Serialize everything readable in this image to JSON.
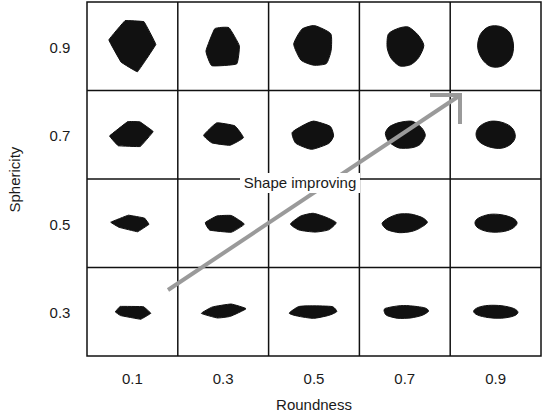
{
  "diagram": {
    "labels": [
      "0.9",
      "0.7",
      "0.5",
      "0.3",
      "Sphericity",
      "0.1",
      "0.3",
      "0.5",
      "0.7",
      "0.9",
      "Roundness",
      "Shape improving"
    ]
  }
}
